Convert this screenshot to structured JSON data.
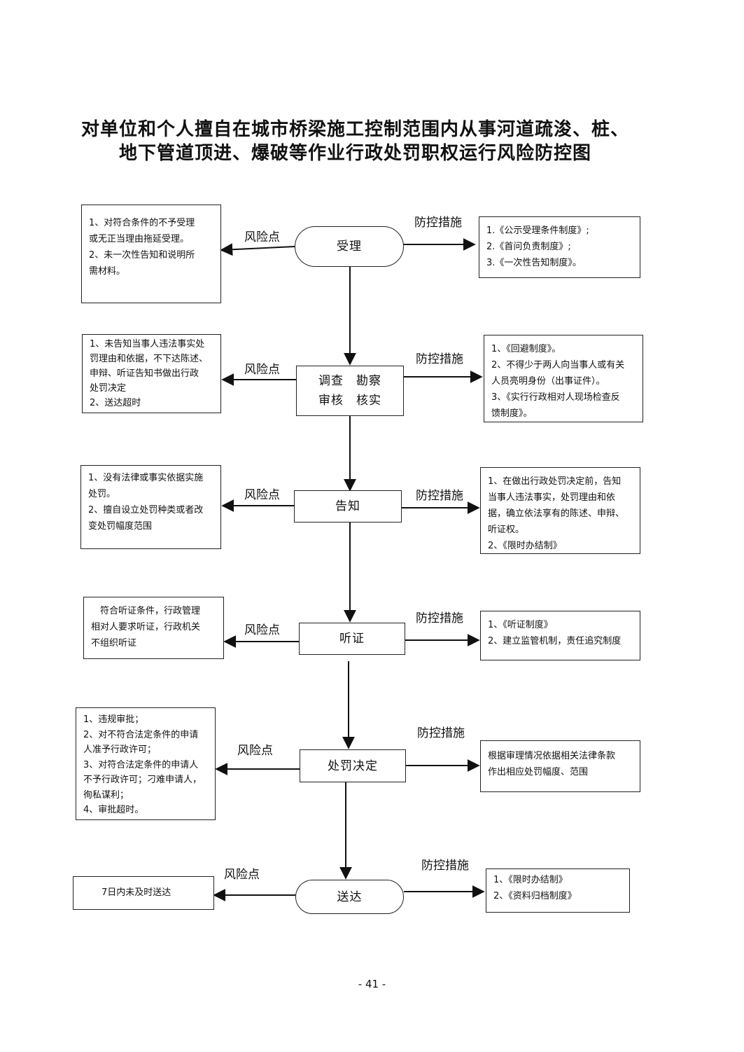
{
  "title": {
    "line1": "对单位和个人擅自在城市桥梁施工控制范围内从事河道疏浚、桩、",
    "line2": "地下管道顶进、爆破等作业行政处罚职权运行风险防控图"
  },
  "labels": {
    "risk": "风险点",
    "control": "防控措施"
  },
  "steps": [
    {
      "name": "受理",
      "risks": [
        "1、对符合条件的不予受理",
        "或无正当理由拖延受理。",
        "2、未一次性告知和说明所",
        "需材料。"
      ],
      "controls": [
        "1.《公示受理条件制度》;",
        "2.《首问负责制度》;",
        "3.《一次性告知制度》。"
      ]
    },
    {
      "name_line1": "调查　勘察",
      "name_line2": "审核　核实",
      "risks": [
        "1、未告知当事人违法事实处",
        "罚理由和依据，不下达陈述、",
        "申辩、听证告知书做出行政",
        "处罚决定",
        "2、送达超时"
      ],
      "controls": [
        "1、《回避制度》。",
        "2、不得少于两人向当事人或有关",
        "人员亮明身份（出事证件）。",
        "3、《实行行政相对人现场检查反",
        "馈制度》。"
      ]
    },
    {
      "name": "告知",
      "risks": [
        "1、没有法律或事实依据实施",
        "处罚。",
        "2、擅自设立处罚种类或者改",
        "变处罚幅度范围"
      ],
      "controls": [
        "1、在做出行政处罚决定前，告知",
        "当事人违法事实，处罚理由和依",
        "据，确立依法享有的陈述、申辩、",
        "听证权。",
        "2、《限时办结制》"
      ]
    },
    {
      "name": "听证",
      "risks": [
        "　符合听证条件，行政管理",
        "相对人要求听证，行政机关",
        "不组织听证"
      ],
      "controls": [
        "1、《听证制度》",
        "2、建立监管机制，责任追究制度"
      ]
    },
    {
      "name": "处罚决定",
      "risks": [
        "1、违规审批；",
        "2、对不符合法定条件的申请",
        "人准予行政许可；",
        "3、对符合法定条件的申请人",
        "不予行政许可；刁难申请人，",
        "徇私谋利；",
        "4、审批超时。"
      ],
      "controls": [
        "根据审理情况依据相关法律条款",
        "作出相应处罚幅度、范围"
      ]
    },
    {
      "name": "送达",
      "risks": [
        "7日内未及时送达"
      ],
      "controls": [
        "1、《限时办结制》",
        "2、《资料归档制度》"
      ]
    }
  ],
  "page_number": "- 41 -"
}
